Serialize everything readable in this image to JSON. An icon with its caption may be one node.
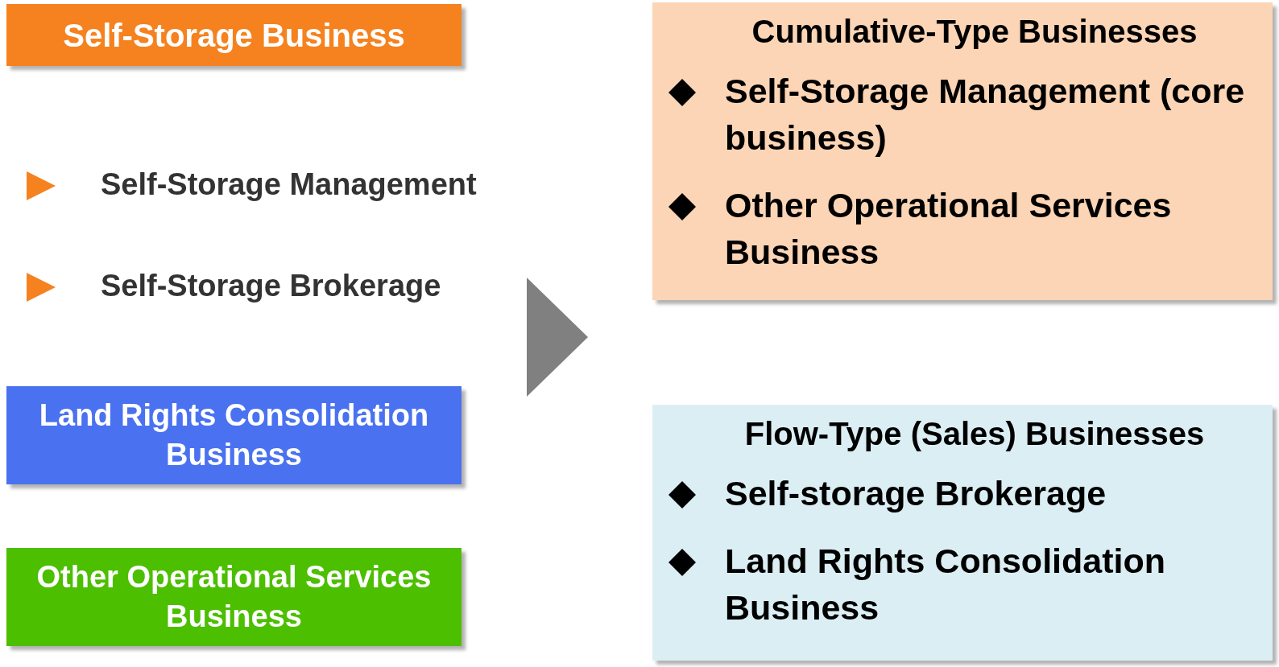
{
  "diagram": {
    "nodes": [
      {
        "text": [
          "Self-Storage Business"
        ]
      },
      {
        "text": [
          "Cumulative-Type Businesses",
          "Self-Storage Management (core business)",
          "Other Operational Services Business"
        ]
      },
      {
        "text": [
          "Land Rights Consolidation Business"
        ]
      },
      {
        "text": [
          "Other Operational Services Business"
        ]
      },
      {
        "text": [
          "Flow-Type (Sales) Businesses",
          "Self-storage Brokerage",
          "Land Rights Consolidation Business"
        ]
      }
    ],
    "edges": [],
    "labels": [
      "Self-Storage Management",
      "Self-Storage Brokerage"
    ]
  }
}
